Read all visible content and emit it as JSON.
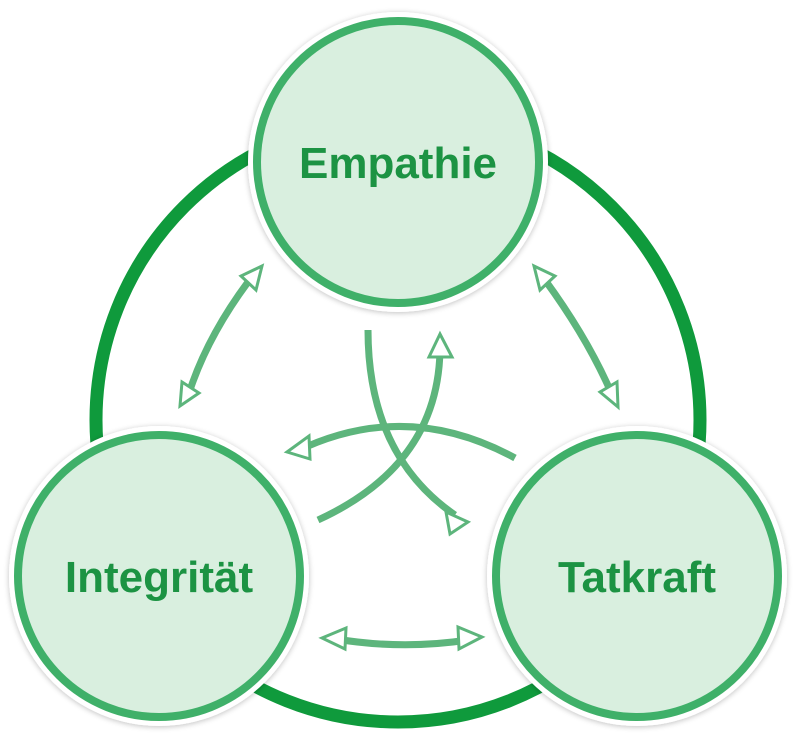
{
  "colors": {
    "outer_ring": "#0f9a3c",
    "node_fill": "#d9efdf",
    "node_stroke": "#3fb069",
    "arrow": "#5db57c",
    "label": "#1c9343"
  },
  "nodes": [
    {
      "id": "empathie",
      "label": "Empathie"
    },
    {
      "id": "integritaet",
      "label": "Integrität"
    },
    {
      "id": "tatkraft",
      "label": "Tatkraft"
    }
  ]
}
